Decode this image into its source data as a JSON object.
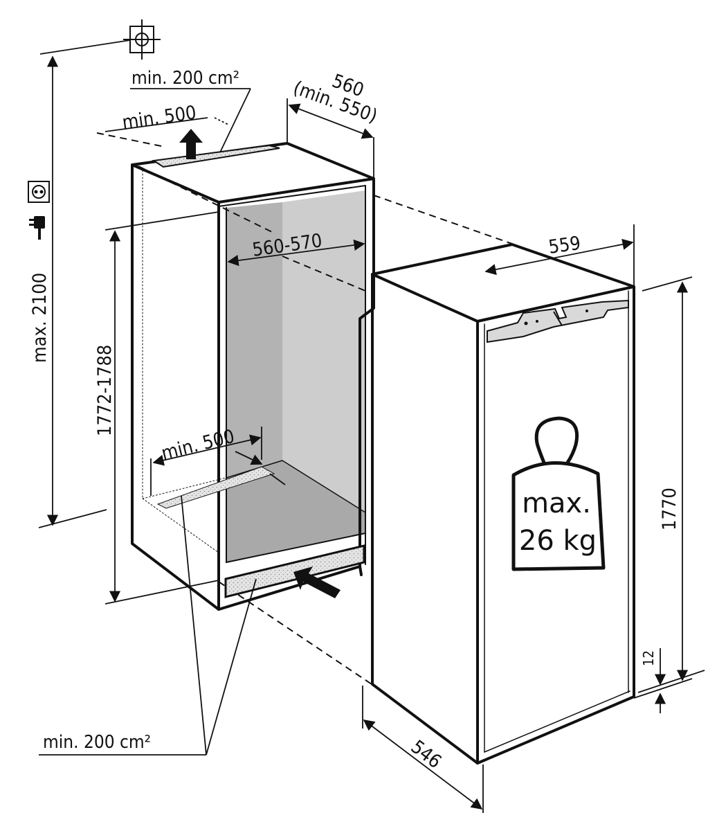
{
  "diagram": {
    "labels": {
      "ventilation_top": "min. 200 cm²",
      "ventilation_bottom": "min. 200 cm²",
      "clearance_top": "min. 500",
      "clearance_bottom": "min. 500",
      "niche_depth": "560",
      "niche_depth_min": "(min. 550)",
      "niche_width": "560-570",
      "niche_height": "1772-1788",
      "max_height": "max. 2100",
      "appliance_width": "559",
      "appliance_height": "1770",
      "appliance_depth": "546",
      "plinth_gap": "12"
    },
    "weight_badge": {
      "line1": "max.",
      "line2": "26 kg"
    },
    "icons": [
      "crosshair-icon",
      "socket-icon",
      "plug-icon",
      "weight-icon",
      "airflow-arrow-icon"
    ],
    "colors": {
      "line": "#111111",
      "niche_shade_left": "#b3b3b3",
      "niche_shade_back": "#cdcdcd",
      "niche_shade_floor": "#a9a9a9",
      "vent_grille": "#e2e2e2",
      "control_panel": "#d9d9d9"
    }
  }
}
